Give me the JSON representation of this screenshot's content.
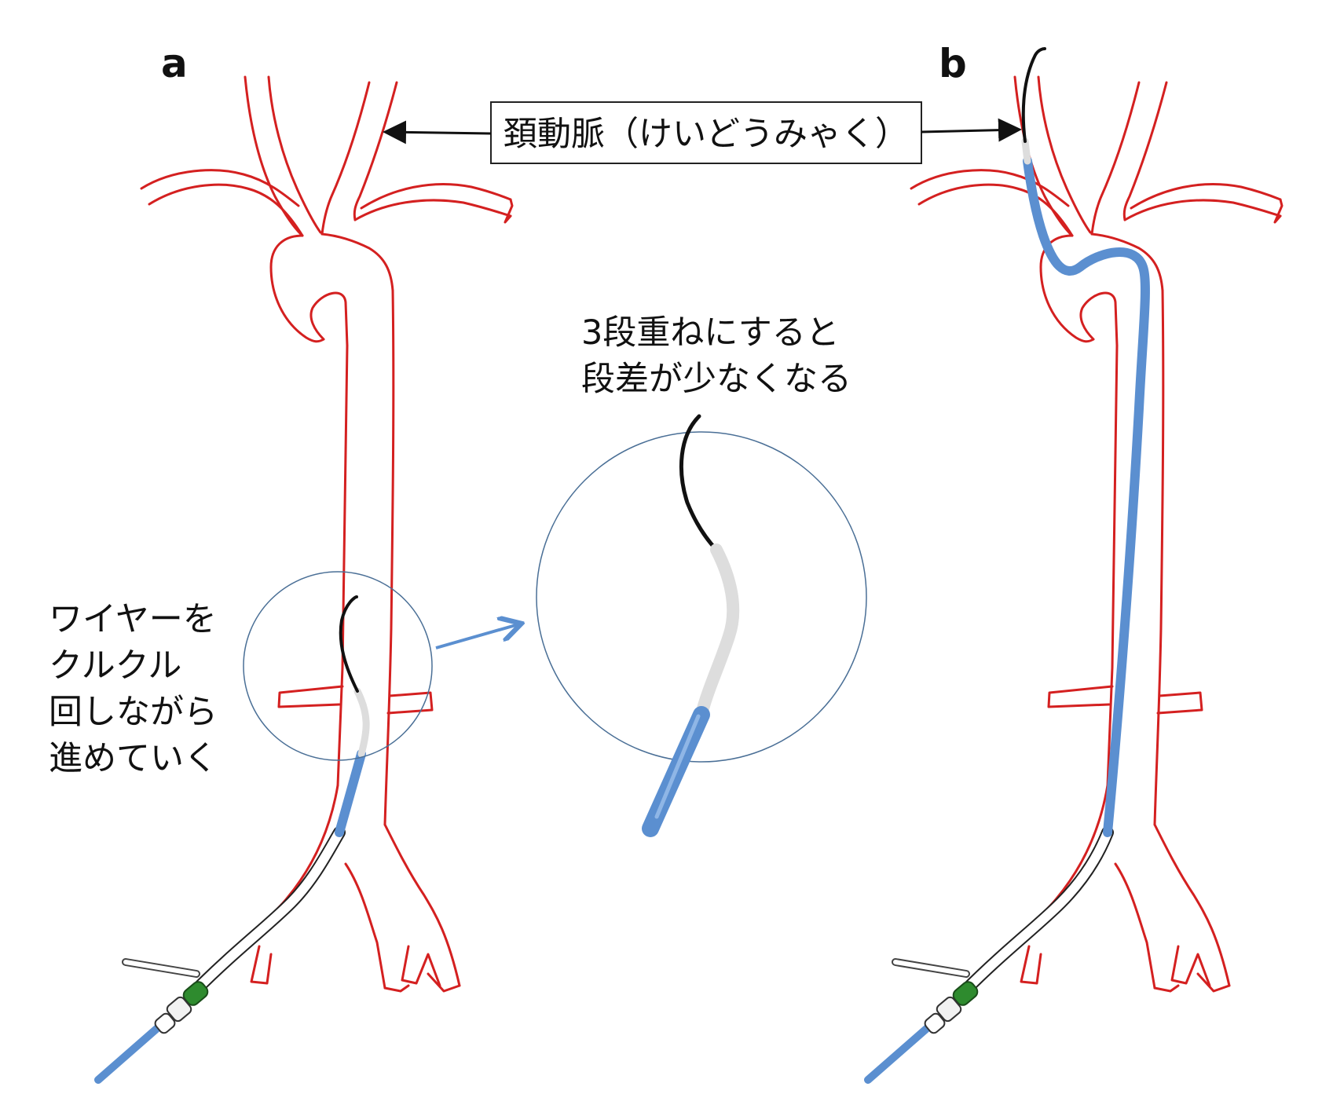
{
  "panels": {
    "a": {
      "label": "a"
    },
    "b": {
      "label": "b"
    }
  },
  "carotid_box": {
    "text": "頚動脈（けいどうみゃく）"
  },
  "note_left": {
    "lines": [
      "ワイヤーを",
      "クルクル",
      "回しながら",
      "進めていく"
    ]
  },
  "note_center": {
    "lines": [
      "3段重ねにすると",
      "段差が少なくなる"
    ]
  },
  "colors": {
    "vessel": "#d42020",
    "catheter": "#5b8fd0",
    "wire": "#111111",
    "inner_catheter": "#dddddd",
    "sheath": "#ffffff",
    "valve_green": "#2e8b2e",
    "zoom_circle": "#4a6f96"
  },
  "icons": {
    "arrow": "arrow-icon",
    "sheath": "sheath-icon"
  }
}
